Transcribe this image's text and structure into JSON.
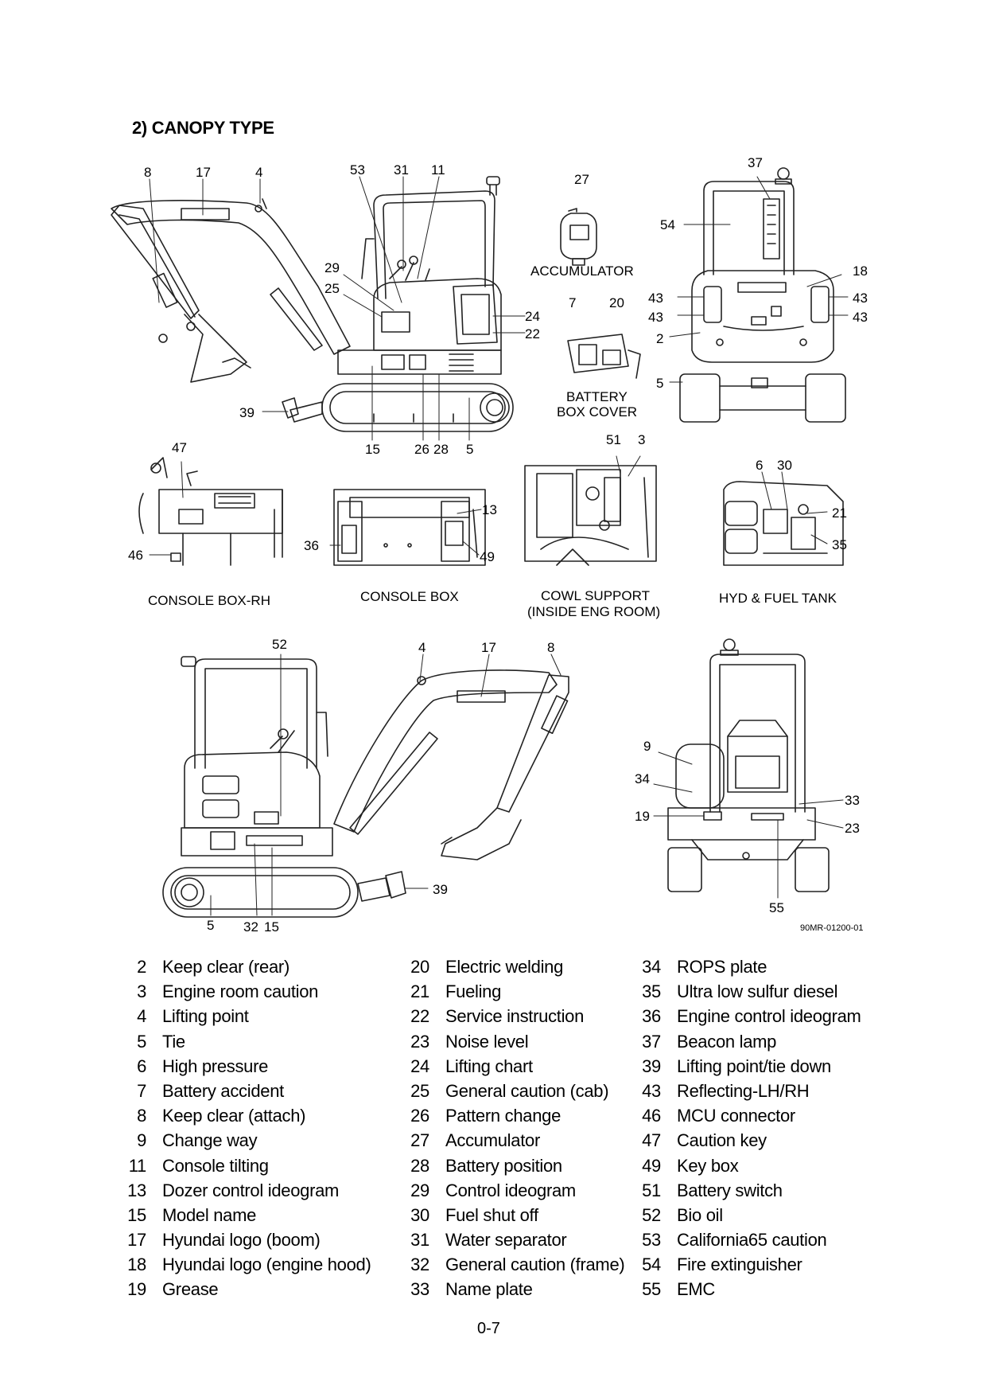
{
  "title": "2) CANOPY TYPE",
  "callouts": {
    "c8a": "8",
    "c17a": "17",
    "c4a": "4",
    "c53": "53",
    "c31": "31",
    "c11": "11",
    "c29": "29",
    "c25": "25",
    "c24": "24",
    "c22": "22",
    "c39a": "39",
    "c15a": "15",
    "c26": "26",
    "c28": "28",
    "c5a": "5",
    "c27": "27",
    "c7": "7",
    "c20": "20",
    "c37": "37",
    "c54": "54",
    "c18": "18",
    "c43a": "43",
    "c43b": "43",
    "c43c": "43",
    "c43d": "43",
    "c2": "2",
    "c5b": "5",
    "c47": "47",
    "c46": "46",
    "c36": "36",
    "c13": "13",
    "c49": "49",
    "c51": "51",
    "c3": "3",
    "c6": "6",
    "c30": "30",
    "c21": "21",
    "c35": "35",
    "c52": "52",
    "c4b": "4",
    "c17b": "17",
    "c8b": "8",
    "c39b": "39",
    "c5c": "5",
    "c32": "32",
    "c15b": "15",
    "c9": "9",
    "c34": "34",
    "c19": "19",
    "c33": "33",
    "c23": "23",
    "c55": "55"
  },
  "captions": {
    "accumulator": "ACCUMULATOR",
    "battery_box_cover_1": "BATTERY",
    "battery_box_cover_2": "BOX COVER",
    "console_box_rh": "CONSOLE BOX-RH",
    "console_box": "CONSOLE BOX",
    "cowl_support_1": "COWL SUPPORT",
    "cowl_support_2": "(INSIDE ENG ROOM)",
    "hyd_fuel_tank": "HYD & FUEL TANK"
  },
  "figure_id": "90MR-01200-01",
  "legend": {
    "col1": [
      {
        "num": "2",
        "label": "Keep clear (rear)"
      },
      {
        "num": "3",
        "label": "Engine room caution"
      },
      {
        "num": "4",
        "label": "Lifting point"
      },
      {
        "num": "5",
        "label": "Tie"
      },
      {
        "num": "6",
        "label": "High pressure"
      },
      {
        "num": "7",
        "label": "Battery accident"
      },
      {
        "num": "8",
        "label": "Keep clear (attach)"
      },
      {
        "num": "9",
        "label": "Change way"
      },
      {
        "num": "11",
        "label": "Console tilting"
      },
      {
        "num": "13",
        "label": "Dozer control ideogram"
      },
      {
        "num": "15",
        "label": "Model name"
      },
      {
        "num": "17",
        "label": "Hyundai logo (boom)"
      },
      {
        "num": "18",
        "label": "Hyundai logo (engine hood)"
      },
      {
        "num": "19",
        "label": "Grease"
      }
    ],
    "col2": [
      {
        "num": "20",
        "label": "Electric welding"
      },
      {
        "num": "21",
        "label": "Fueling"
      },
      {
        "num": "22",
        "label": "Service instruction"
      },
      {
        "num": "23",
        "label": "Noise level"
      },
      {
        "num": "24",
        "label": "Lifting chart"
      },
      {
        "num": "25",
        "label": "General caution (cab)"
      },
      {
        "num": "26",
        "label": "Pattern change"
      },
      {
        "num": "27",
        "label": "Accumulator"
      },
      {
        "num": "28",
        "label": "Battery position"
      },
      {
        "num": "29",
        "label": "Control ideogram"
      },
      {
        "num": "30",
        "label": "Fuel shut off"
      },
      {
        "num": "31",
        "label": "Water separator"
      },
      {
        "num": "32",
        "label": "General caution (frame)"
      },
      {
        "num": "33",
        "label": "Name plate"
      }
    ],
    "col3": [
      {
        "num": "34",
        "label": "ROPS plate"
      },
      {
        "num": "35",
        "label": "Ultra low sulfur diesel"
      },
      {
        "num": "36",
        "label": "Engine control ideogram"
      },
      {
        "num": "37",
        "label": "Beacon lamp"
      },
      {
        "num": "39",
        "label": "Lifting point/tie down"
      },
      {
        "num": "43",
        "label": "Reflecting-LH/RH"
      },
      {
        "num": "46",
        "label": "MCU connector"
      },
      {
        "num": "47",
        "label": "Caution key"
      },
      {
        "num": "49",
        "label": "Key box"
      },
      {
        "num": "51",
        "label": "Battery switch"
      },
      {
        "num": "52",
        "label": "Bio oil"
      },
      {
        "num": "53",
        "label": "California65 caution"
      },
      {
        "num": "54",
        "label": "Fire extinguisher"
      },
      {
        "num": "55",
        "label": "EMC"
      }
    ]
  },
  "page_number": "0-7"
}
